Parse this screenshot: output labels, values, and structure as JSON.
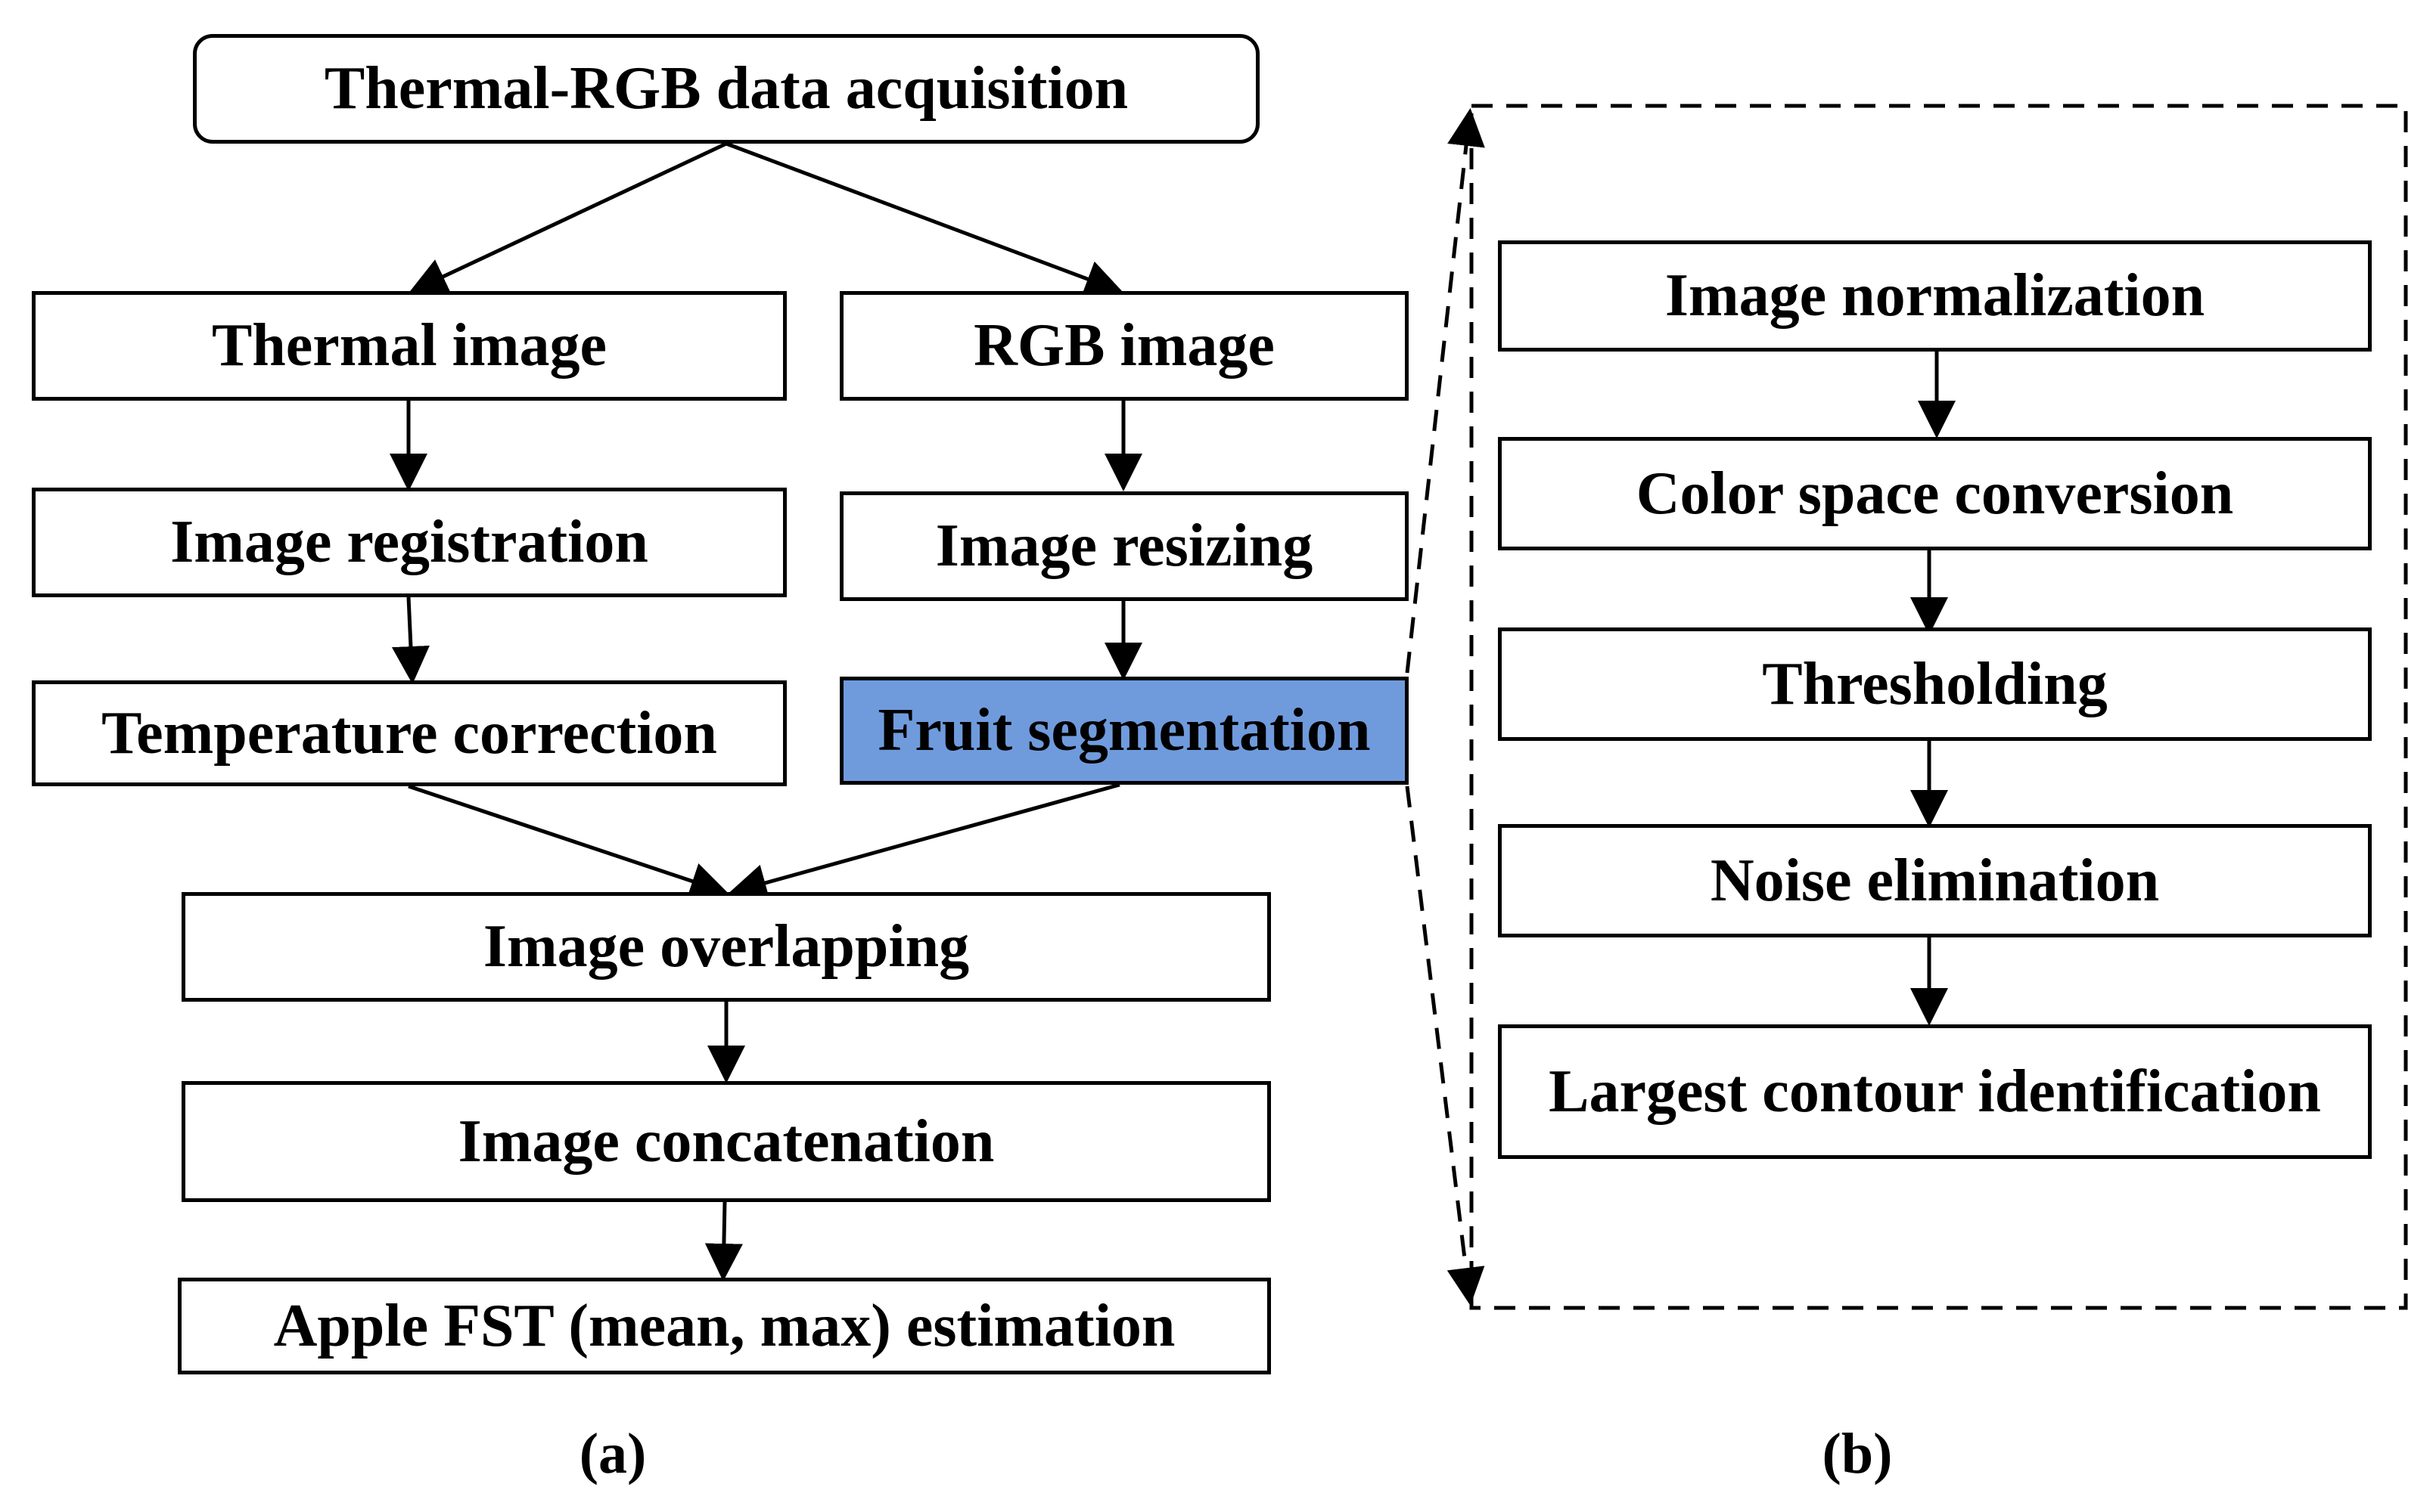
{
  "panel_a": {
    "acquisition": "Thermal-RGB data acquisition",
    "thermal_image": "Thermal image",
    "rgb_image": "RGB image",
    "image_registration": "Image registration",
    "image_resizing": "Image resizing",
    "temperature_correction": "Temperature correction",
    "fruit_segmentation": "Fruit segmentation",
    "image_overlapping": "Image overlapping",
    "image_concatenation": "Image concatenation",
    "fst_estimation": "Apple FST (mean, max) estimation",
    "caption": "(a)"
  },
  "panel_b": {
    "image_normalization": "Image normalization",
    "color_space_conversion": "Color space conversion",
    "thresholding": "Thresholding",
    "noise_elimination": "Noise elimination",
    "largest_contour": "Largest contour identification",
    "caption": "(b)"
  },
  "colors": {
    "highlight": "#6f9bdd",
    "stroke": "#000000",
    "background": "#ffffff"
  }
}
